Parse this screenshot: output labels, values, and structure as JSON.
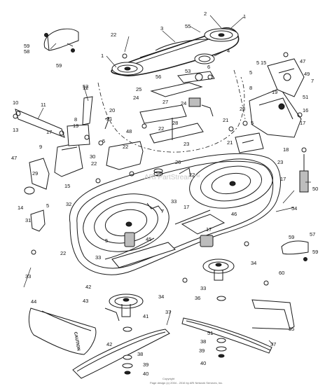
{
  "diagram": {
    "watermark": "ARI PartStream™",
    "caution_label": "CAUTION",
    "copyright_line1": "Copyright",
    "copyright_line2": "Page design (c) 2004 - 2016 by ARI Network Services, Inc.",
    "callouts": [
      "1",
      "2",
      "3",
      "4",
      "5",
      "6",
      "7",
      "8",
      "9",
      "10",
      "11",
      "12",
      "13",
      "14",
      "15",
      "16",
      "17",
      "18",
      "19",
      "20",
      "21",
      "22",
      "23",
      "24",
      "25",
      "26",
      "27",
      "28",
      "29",
      "30",
      "31",
      "32",
      "33",
      "34",
      "35",
      "36",
      "37",
      "38",
      "39",
      "40",
      "41",
      "42",
      "43",
      "44",
      "45",
      "46",
      "47",
      "48",
      "49",
      "50",
      "51",
      "52",
      "53",
      "54",
      "55",
      "56",
      "57",
      "58",
      "59",
      "60"
    ]
  }
}
